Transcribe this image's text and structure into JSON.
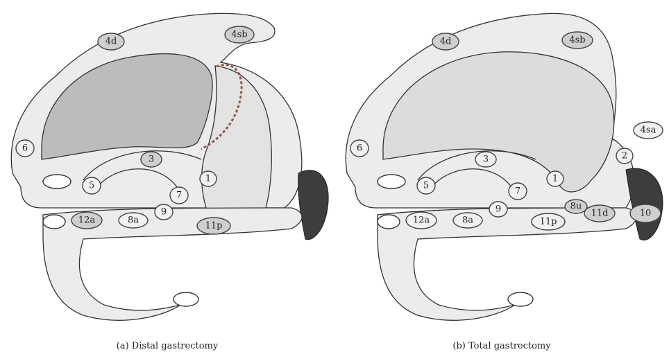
{
  "panels": [
    {
      "caption": "(a) Distal gastrectomy",
      "stations": {
        "s4d": "4d",
        "s4sb": "4sb",
        "s6": "6",
        "s3": "3",
        "s5": "5",
        "s1": "1",
        "s7": "7",
        "s12a": "12a",
        "s8a": "8a",
        "s9": "9",
        "s11p": "11p"
      }
    },
    {
      "caption": "(b) Total gastrectomy",
      "stations": {
        "s4d": "4d",
        "s4sb": "4sb",
        "s4sa": "4sa",
        "s6": "6",
        "s3": "3",
        "s5": "5",
        "s1": "1",
        "s2": "2",
        "s7": "7",
        "s12a": "12a",
        "s8a": "8a",
        "s9": "9",
        "s11p": "11p",
        "s11d": "11d",
        "s10": "10",
        "s8u": "8u"
      }
    }
  ],
  "colors": {
    "organ_fill": "#ebebeb",
    "resected_fill": "#bdbdbd",
    "spleen_fill": "#3d3d3d",
    "outline": "#333333",
    "dashed_cut": "#8a5a4a"
  }
}
